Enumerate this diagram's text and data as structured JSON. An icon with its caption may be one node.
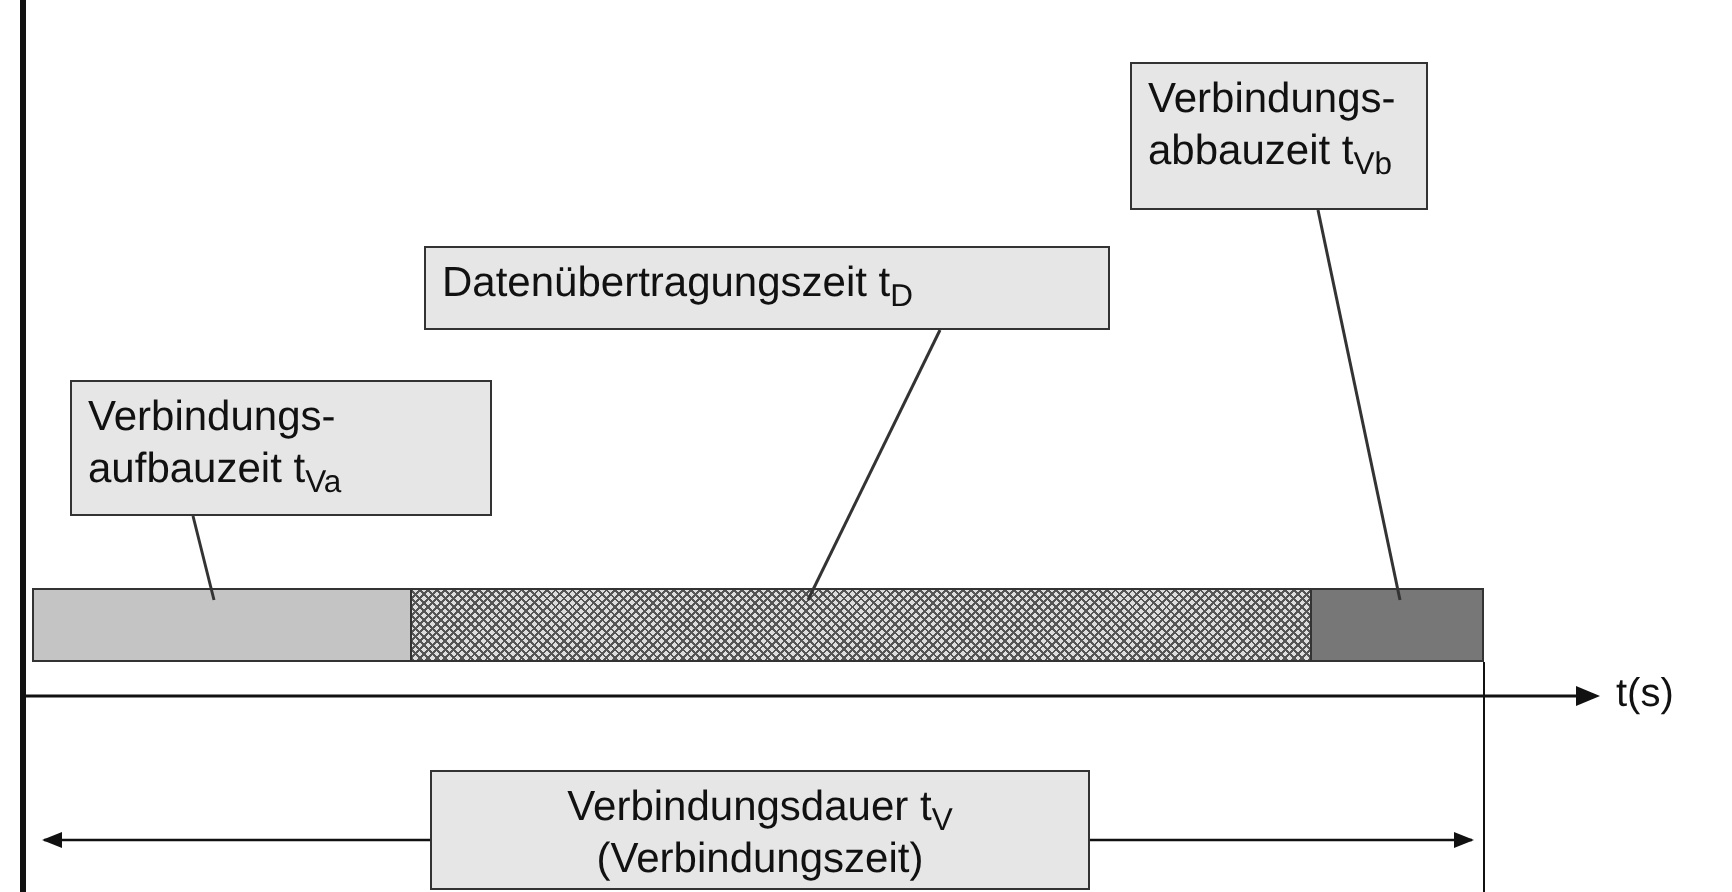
{
  "diagram": {
    "nodes": [
      {
        "text": [
          "Verbindungs- aufbauzeit t$_{Va}$"
        ]
      },
      {
        "text": [
          "Datenübertragungszeit t$_{D}$"
        ]
      },
      {
        "text": [
          "Verbindungs- abbauzeit t$_{Vb}$"
        ]
      },
      {
        "text": [],
        "shape": "bar"
      },
      {
        "text": [],
        "shape": "bar"
      },
      {
        "text": [],
        "shape": "bar"
      },
      {
        "text": [
          "Verbindungsdauer t$_{V}$ (Verbindungszeit)"
        ]
      }
    ],
    "edges": [
      {
        "from": 0,
        "to": 3,
        "arrow": "none"
      },
      {
        "from": 1,
        "to": 4,
        "arrow": "none"
      },
      {
        "from": 2,
        "to": 5,
        "arrow": "none"
      }
    ],
    "labels": [
      "t(s)"
    ]
  }
}
